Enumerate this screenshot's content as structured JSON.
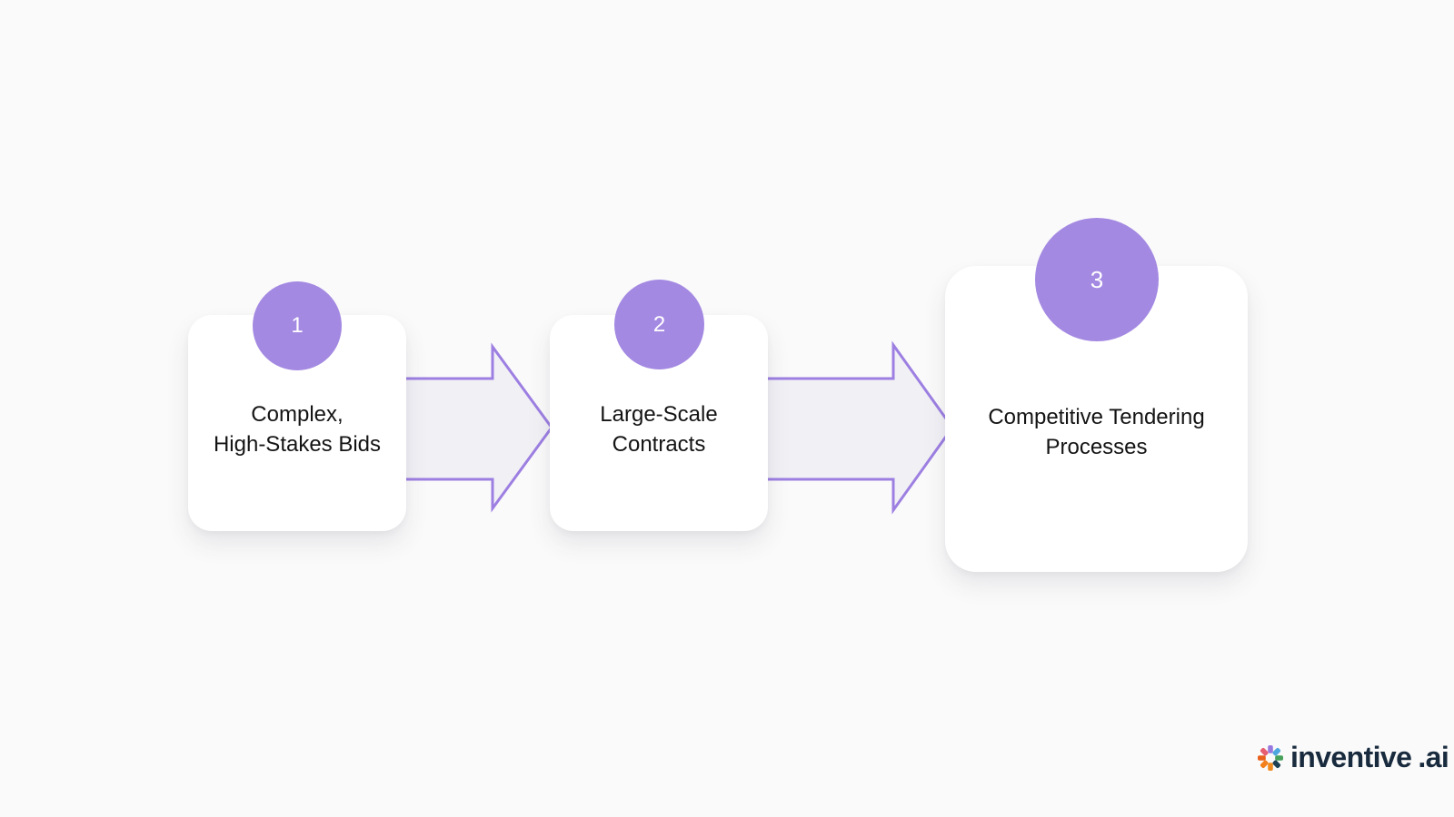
{
  "colors": {
    "bg": "#fafafa",
    "card-bg": "#ffffff",
    "circle-fill": "#a489e2",
    "arrow-fill": "#f1f1f5",
    "arrow-stroke": "#9d7fe2",
    "card-text": "#141414",
    "logo-text": "#182a3d"
  },
  "steps": [
    {
      "number": "1",
      "title_lines": [
        "Complex,",
        "High-Stakes Bids"
      ]
    },
    {
      "number": "2",
      "title_lines": [
        "Large-Scale",
        "Contracts"
      ]
    },
    {
      "number": "3",
      "title_lines": [
        "Competitive Tendering",
        "Processes"
      ]
    }
  ],
  "logo": {
    "brand": "inventive",
    "suffix": ".ai",
    "icon": "starburst-icon",
    "petal_colors": [
      "#9a79de",
      "#4fa7e0",
      "#46a15b",
      "#1d4152",
      "#f08a1d",
      "#f2801c",
      "#e8601c",
      "#e75d72"
    ]
  }
}
